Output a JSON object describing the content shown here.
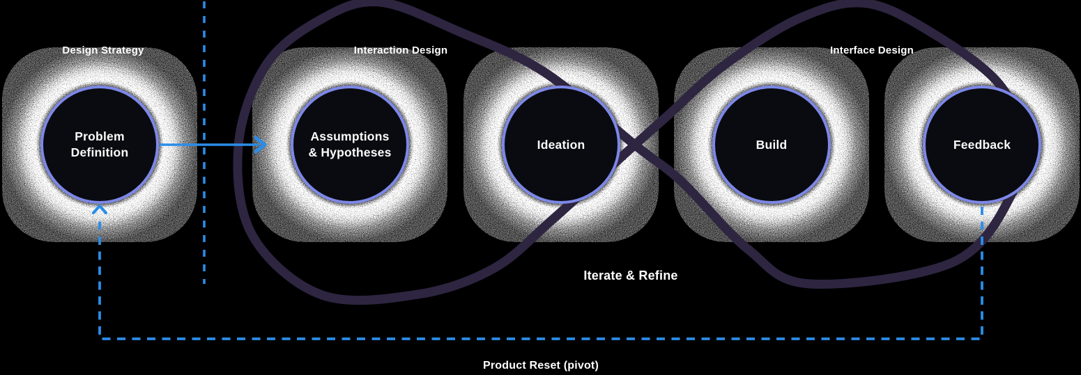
{
  "title": "Product design process loop diagram",
  "colors": {
    "background": "#000000",
    "accent_blue": "#2b8de8",
    "loop_purple": "#2e2541",
    "node_ring": "#7d88e8",
    "node_fill": "#0a0b10",
    "text": "#ffffff"
  },
  "phases": [
    {
      "label": "Design Strategy"
    },
    {
      "label": "Interaction Design"
    },
    {
      "label": "Interface Design"
    }
  ],
  "stages": [
    {
      "name": "Problem Definition",
      "lines": [
        "Problem",
        "Definition"
      ]
    },
    {
      "name": "Assumptions & Hypotheses",
      "lines": [
        "Assumptions",
        "& Hypotheses"
      ]
    },
    {
      "name": "Ideation",
      "lines": [
        "Ideation"
      ]
    },
    {
      "name": "Build",
      "lines": [
        "Build"
      ]
    },
    {
      "name": "Feedback",
      "lines": [
        "Feedback"
      ]
    }
  ],
  "annotations": {
    "iterate": "Iterate & Refine",
    "reset": "Product Reset (pivot)"
  }
}
